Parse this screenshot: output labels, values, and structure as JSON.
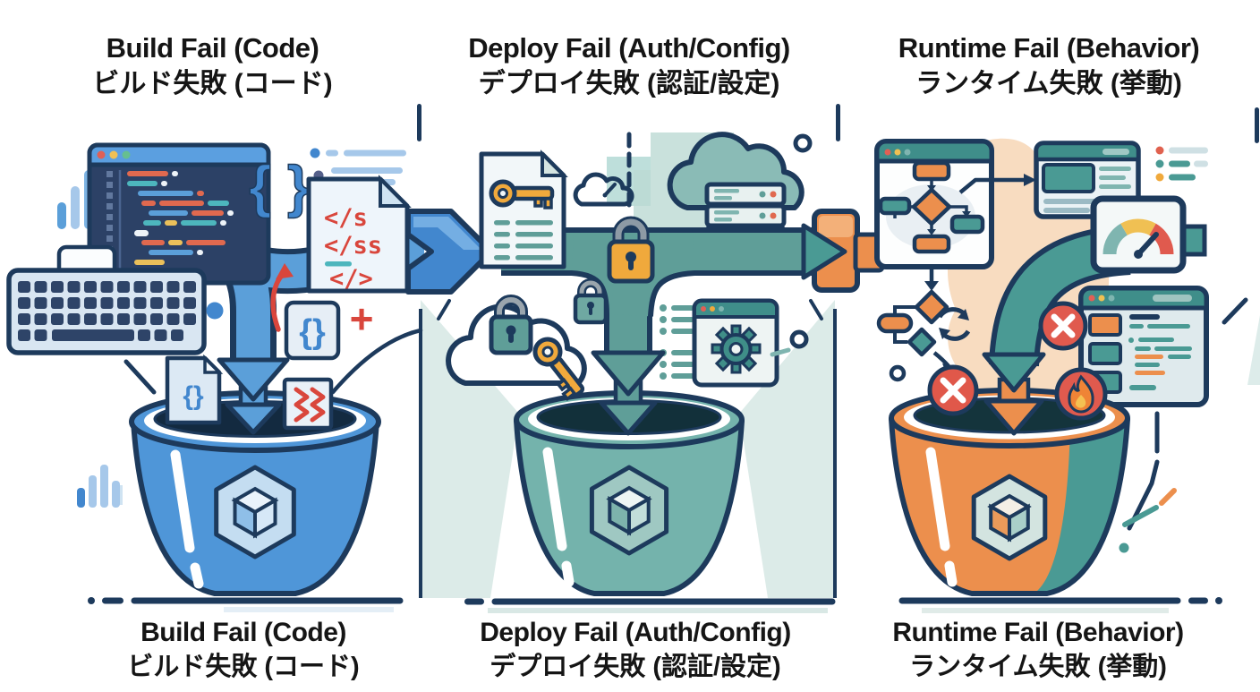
{
  "diagram": {
    "kind": "three-stage failure funnel illustration",
    "columns": [
      {
        "id": "build",
        "title_en": "Build Fail (Code)",
        "title_ja": "ビルド失敗 (コード)",
        "accent": "#4f96d8"
      },
      {
        "id": "deploy",
        "title_en": "Deploy Fail (Auth/Config)",
        "title_ja": "デプロイ失敗 (認証/設定)",
        "accent": "#5f9e98"
      },
      {
        "id": "runtime",
        "title_en": "Runtime Fail (Behavior)",
        "title_ja": "ランタイム失敗 (挙動)",
        "accent": "#ec8f4d"
      }
    ],
    "artwork": {
      "code_document": {
        "line1": "</s",
        "line2": "</ss",
        "line3": "</>"
      },
      "braces_large": "{ }",
      "braces_box": "{}",
      "falling_doc_braces": "{}",
      "plus_sign": "+"
    },
    "colors": {
      "outline": "#1d3a5c",
      "blue": "#4f96d8",
      "light_blue": "#a6c8ea",
      "teal": "#4a9a94",
      "teal_soft": "#7fb5b0",
      "pale_teal_bg": "#dcebe8",
      "orange": "#ec8f4d",
      "pale_orange_bg": "#f8dcc0",
      "red": "#d9463c",
      "yellow": "#f0c053",
      "editor_bg": "#2c4166",
      "title_text": "#151515"
    }
  }
}
